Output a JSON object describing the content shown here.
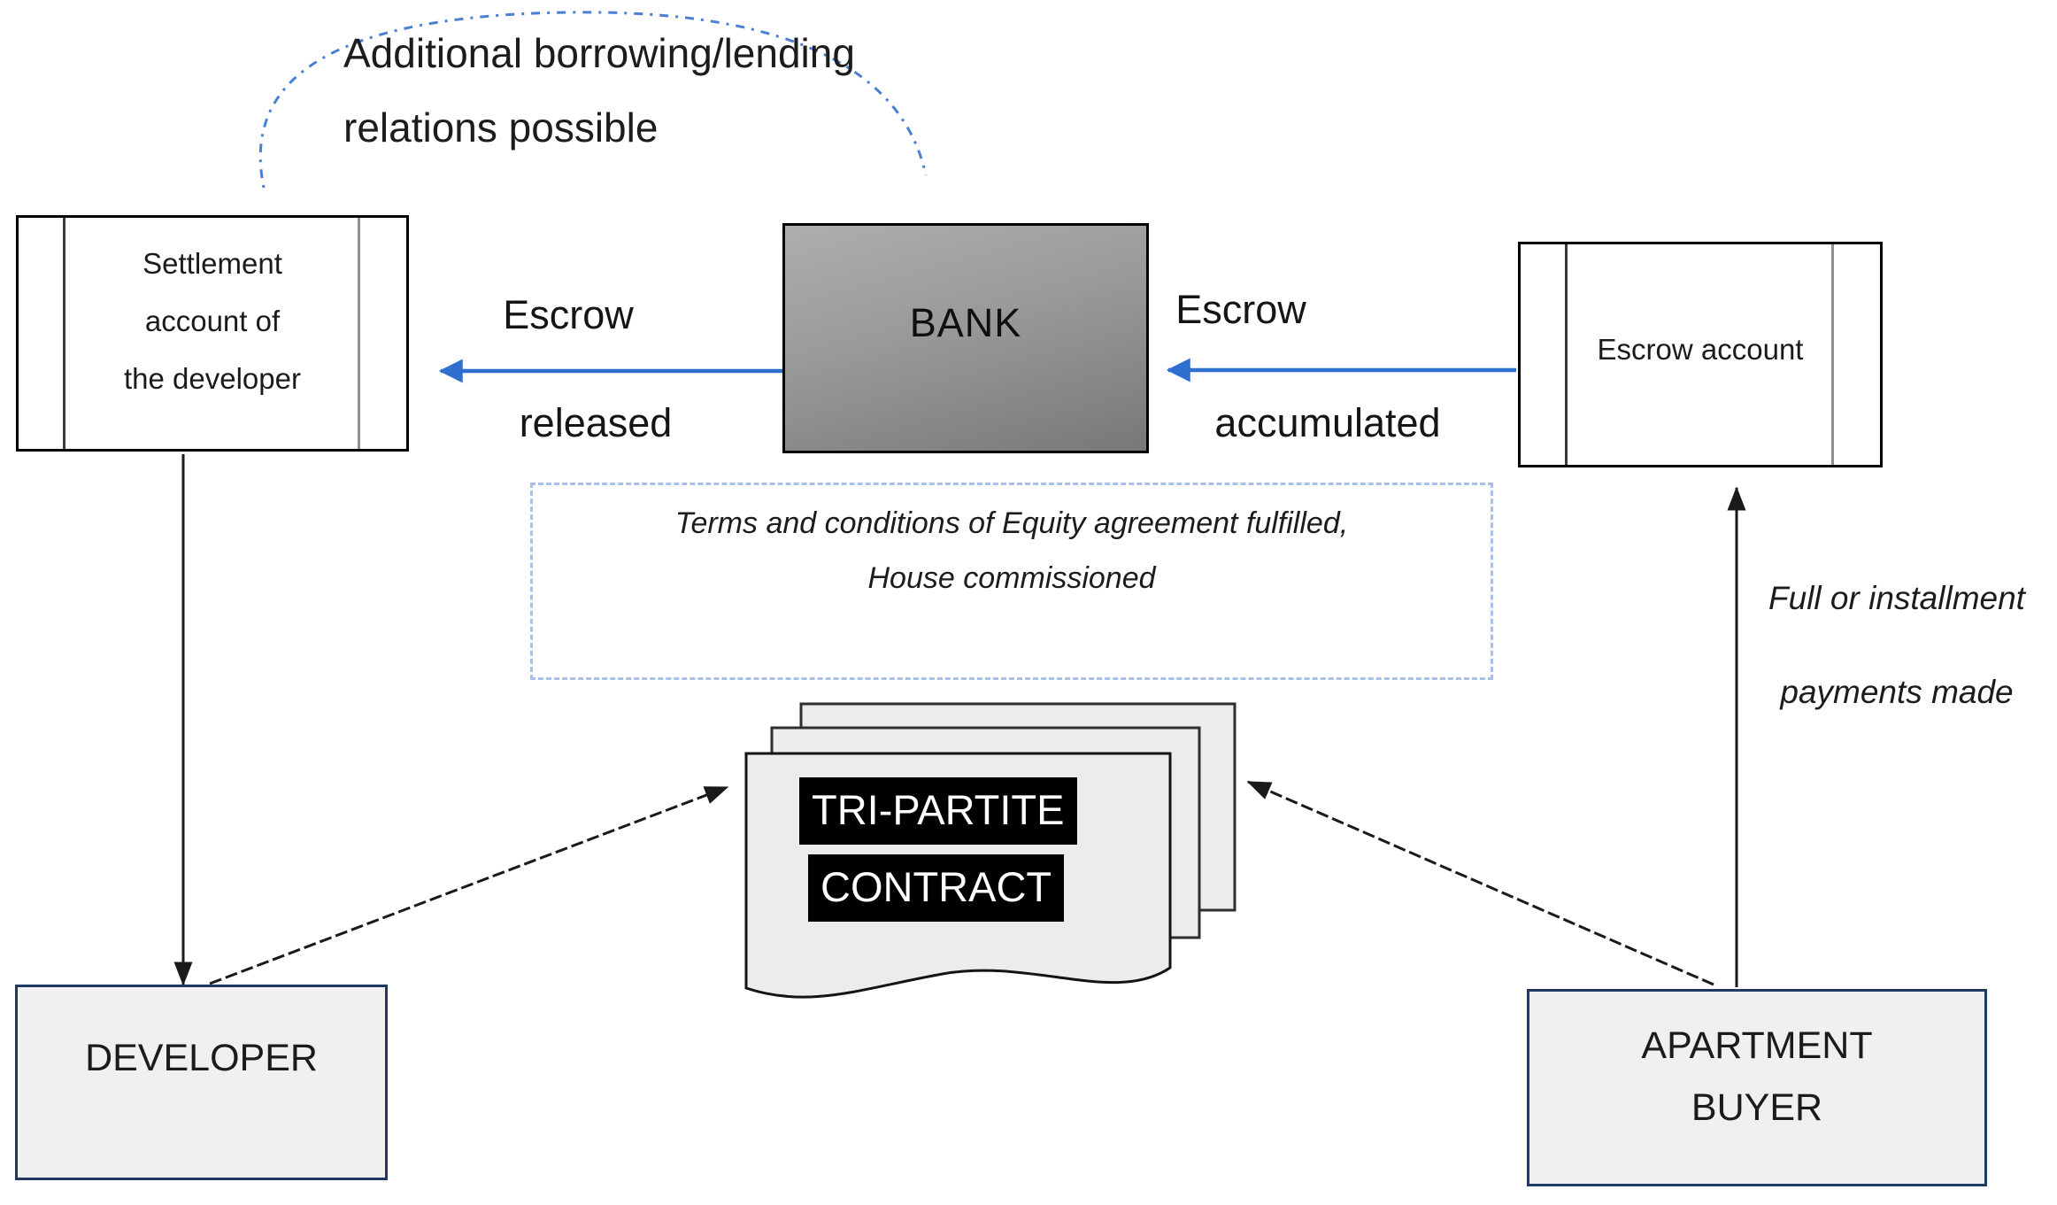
{
  "nodes": {
    "settlement_account": {
      "lines": [
        "Settlement",
        "account of",
        "the developer"
      ]
    },
    "bank": {
      "label": "BANK"
    },
    "escrow_account": {
      "label": "Escrow account"
    },
    "tri_partite_contract": {
      "lines": [
        "TRI-PARTITE",
        "CONTRACT"
      ]
    },
    "developer": {
      "label": "DEVELOPER"
    },
    "apartment_buyer": {
      "lines": [
        "APARTMENT",
        "BUYER"
      ]
    }
  },
  "annotations": {
    "additional_relations": {
      "lines": [
        "Additional borrowing/lending",
        "relations possible"
      ]
    },
    "escrow_released": {
      "lines": [
        "Escrow",
        "released"
      ]
    },
    "escrow_accumulated": {
      "lines": [
        "Escrow",
        "accumulated"
      ]
    },
    "equity_terms": {
      "lines": [
        "Terms and conditions of Equity agreement fulfilled,",
        "House commissioned"
      ]
    },
    "payments": {
      "lines": [
        "Full or installment",
        "payments made"
      ]
    }
  },
  "colors": {
    "arrow_blue": "#2e6fd0",
    "dotted_arc_blue": "#4a7fd4",
    "dashed_border_blue": "#a9c1e8",
    "navy_border": "#1f3864",
    "entity_fill": "#f0f0f0",
    "document_fill": "#ececec",
    "bank_gradient_top": "#aeaeae",
    "bank_gradient_bottom": "#787878",
    "contract_tag_bg": "#000000",
    "contract_tag_text": "#ffffff"
  }
}
